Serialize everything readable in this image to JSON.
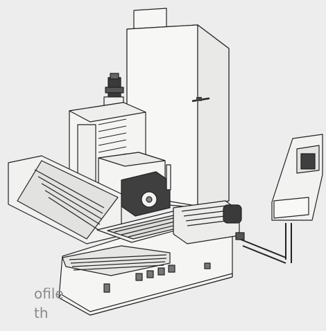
{
  "background": "#ededee",
  "colors": {
    "body": "#f3f3f2",
    "shade": "#d9d9d8",
    "dark": "#3a3a3a",
    "line": "#222222",
    "text": "#8a8a8a"
  },
  "caption": {
    "line1": "ofile",
    "line2": "th"
  },
  "illustration": {
    "subject": "cnc-milling-machine-line-drawing",
    "parts": [
      "spindle-motor",
      "spindle-head",
      "enclosure-column",
      "machine-table",
      "t-slot-work-table",
      "bellows-covers",
      "rotary-indexer",
      "control-pendant",
      "base"
    ]
  }
}
